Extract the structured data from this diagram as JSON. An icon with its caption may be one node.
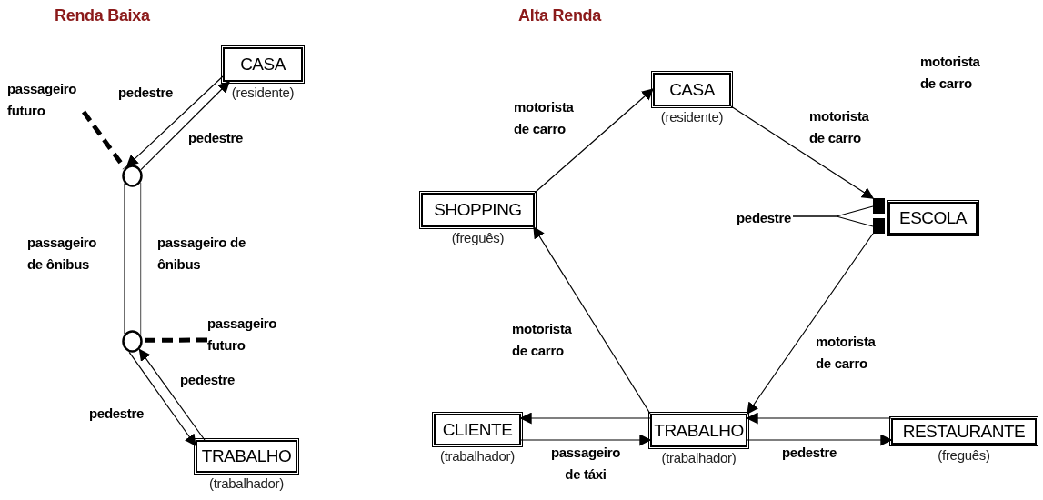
{
  "diagram": {
    "nodes": [
      {
        "text": [
          "CASA"
        ],
        "beside": [
          "(residente)"
        ]
      },
      {
        "text": [
          "passageiro futuro"
        ]
      },
      {
        "text": [],
        "shape": "circle"
      },
      {
        "text": [],
        "shape": "circle"
      },
      {
        "text": [
          "passageiro futuro"
        ]
      },
      {
        "text": [
          "TRABALHO"
        ],
        "beside": [
          "(trabalhador)"
        ]
      },
      {
        "text": [
          "CASA"
        ],
        "beside": [
          "(residente)"
        ]
      },
      {
        "text": [
          "SHOPPING"
        ],
        "beside": [
          "(freguês)"
        ]
      },
      {
        "text": [
          "pedestre"
        ]
      },
      {
        "text": [],
        "shape": "box"
      },
      {
        "text": [],
        "shape": "box"
      },
      {
        "text": [
          "ESCOLA"
        ]
      },
      {
        "text": [
          "CLIENTE"
        ],
        "beside": [
          "(trabalhador)"
        ]
      },
      {
        "text": [
          "TRABALHO"
        ],
        "beside": [
          "(trabalhador)"
        ]
      },
      {
        "text": [
          "RESTAURANTE"
        ],
        "beside": [
          "(freguês)"
        ]
      }
    ],
    "edges": [
      {
        "from": 0,
        "to": 2,
        "arrow": "to",
        "label": "pedestre"
      },
      {
        "from": 2,
        "to": 0,
        "arrow": "to",
        "label": "pedestre"
      },
      {
        "from": 1,
        "to": 2,
        "arrow": "none",
        "style": "dashed"
      },
      {
        "from": 2,
        "to": 3,
        "arrow": "none",
        "label": "passageiro de ônibus",
        "color": "#666666"
      },
      {
        "from": 2,
        "to": 3,
        "arrow": "none",
        "label": "passageiro de ônibus",
        "color": "#666666"
      },
      {
        "from": 4,
        "to": 3,
        "arrow": "none",
        "style": "dashed"
      },
      {
        "from": 3,
        "to": 5,
        "arrow": "to",
        "label": "pedestre"
      },
      {
        "from": 5,
        "to": 3,
        "arrow": "to",
        "label": "pedestre"
      },
      {
        "from": 7,
        "to": 6,
        "arrow": "to",
        "label": "motorista de carro"
      },
      {
        "from": 6,
        "to": 9,
        "arrow": "to",
        "label": "motorista de carro"
      },
      {
        "from": 8,
        "to": 9,
        "arrow": "none"
      },
      {
        "from": 8,
        "to": 10,
        "arrow": "none"
      },
      {
        "from": 10,
        "to": 13,
        "arrow": "to",
        "label": "motorista de carro"
      },
      {
        "from": 13,
        "to": 7,
        "arrow": "to",
        "label": "motorista de carro"
      },
      {
        "from": 13,
        "to": 12,
        "arrow": "to"
      },
      {
        "from": 12,
        "to": 13,
        "arrow": "to",
        "label": "passageiro de táxi"
      },
      {
        "from": 14,
        "to": 13,
        "arrow": "to"
      },
      {
        "from": 13,
        "to": 14,
        "arrow": "to",
        "label": "pedestre"
      }
    ],
    "labels": [
      "Renda Baixa",
      "Alta Renda",
      "motorista de carro"
    ]
  }
}
